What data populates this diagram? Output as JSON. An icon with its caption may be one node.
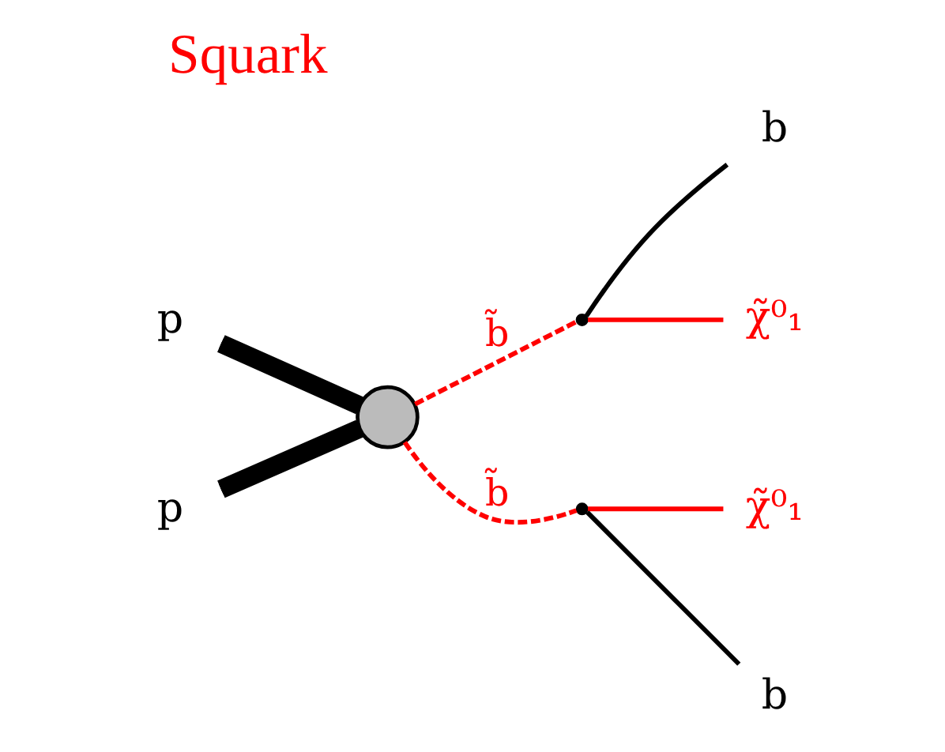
{
  "diagram": {
    "title": "Squark",
    "nodes": [
      {
        "text": [
          "p"
        ]
      },
      {
        "text": [
          "p"
        ]
      },
      {
        "text": [],
        "shape": "circle"
      },
      {
        "text": [],
        "shape": "point"
      },
      {
        "text": [],
        "shape": "point"
      },
      {
        "text": [
          "b"
        ]
      },
      {
        "text": [
          "χ̃⁰₁"
        ]
      },
      {
        "text": [
          "χ̃⁰₁"
        ]
      },
      {
        "text": [
          "b"
        ]
      }
    ],
    "edges": [
      {
        "from": 0,
        "to": 2,
        "arrow": "none",
        "style": "thick"
      },
      {
        "from": 1,
        "to": 2,
        "arrow": "none",
        "style": "thick"
      },
      {
        "from": 2,
        "to": 3,
        "arrow": "none",
        "style": "dashed",
        "color": "#ff0000",
        "label": "b̃"
      },
      {
        "from": 2,
        "to": 4,
        "arrow": "none",
        "style": "dashed",
        "color": "#ff0000",
        "label": "b̃"
      },
      {
        "from": 3,
        "to": 5,
        "arrow": "none"
      },
      {
        "from": 3,
        "to": 6,
        "arrow": "none",
        "color": "#ff0000"
      },
      {
        "from": 4,
        "to": 7,
        "arrow": "none",
        "color": "#ff0000"
      },
      {
        "from": 4,
        "to": 8,
        "arrow": "none"
      }
    ]
  }
}
